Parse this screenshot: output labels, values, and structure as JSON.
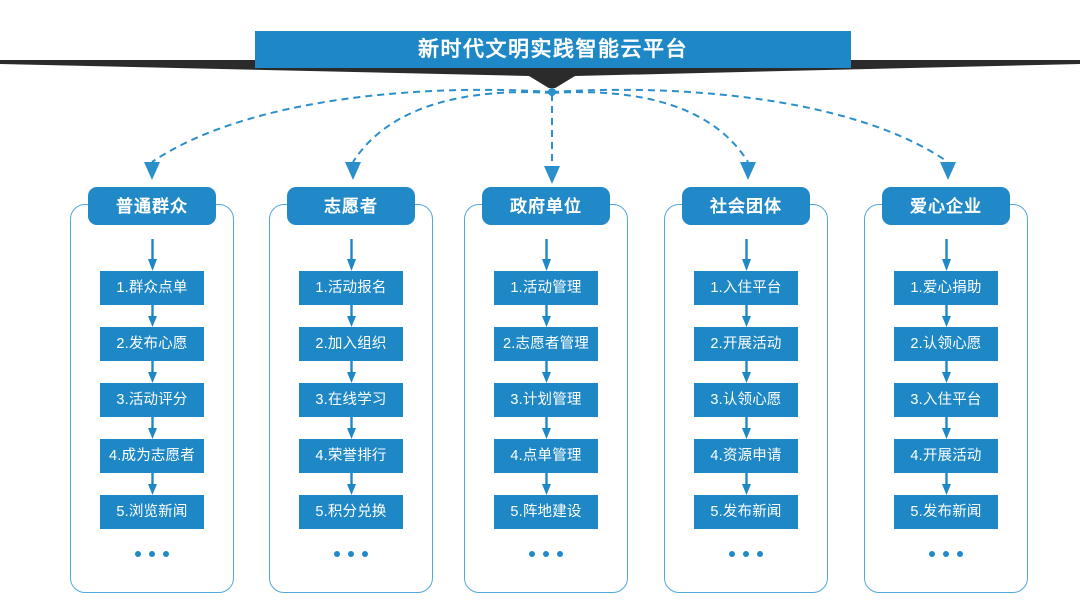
{
  "banner": {
    "title": "新时代文明实践智能云平台",
    "bar_color": "#1E87C6",
    "shadow_color": "#2B2B2B",
    "arrow_icon": "chevron-down-icon"
  },
  "theme": {
    "box_blue": "#1E87C6",
    "head_blue": "#2189C7",
    "outline_blue": "#51A8DD",
    "connector_blue": "#2A8FCB",
    "background": "#FFFFFF"
  },
  "ellipsis": "• • •",
  "columns": [
    {
      "header": "普通群众",
      "steps": [
        "1.群众点单",
        "2.发布心愿",
        "3.活动评分",
        "4.成为志愿者",
        "5.浏览新闻"
      ]
    },
    {
      "header": "志愿者",
      "steps": [
        "1.活动报名",
        "2.加入组织",
        "3.在线学习",
        "4.荣誉排行",
        "5.积分兑换"
      ]
    },
    {
      "header": "政府单位",
      "steps": [
        "1.活动管理",
        "2.志愿者管理",
        "3.计划管理",
        "4.点单管理",
        "5.阵地建设"
      ]
    },
    {
      "header": "社会团体",
      "steps": [
        "1.入住平台",
        "2.开展活动",
        "3.认领心愿",
        "4.资源申请",
        "5.发布新闻"
      ]
    },
    {
      "header": "爱心企业",
      "steps": [
        "1.爱心捐助",
        "2.认领心愿",
        "3.入住平台",
        "4.开展活动",
        "5.发布新闻"
      ]
    }
  ]
}
